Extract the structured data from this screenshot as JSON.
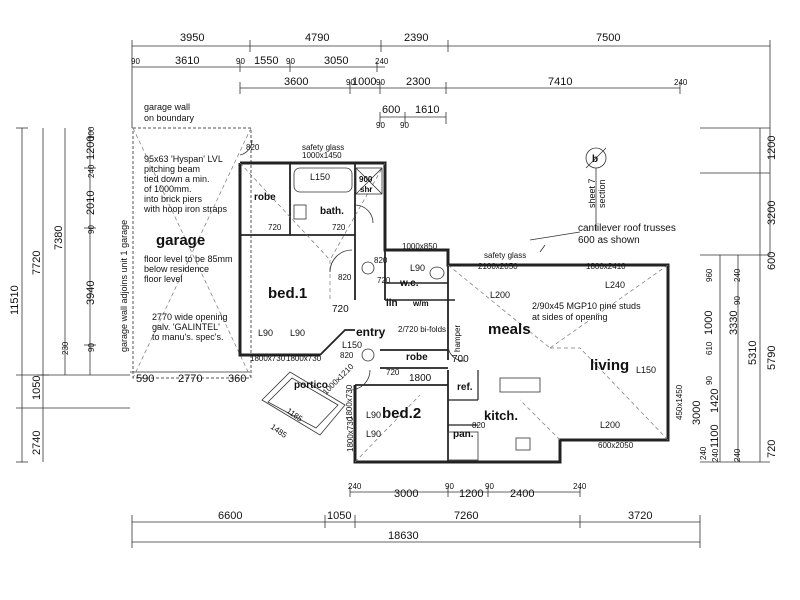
{
  "rooms": {
    "garage": "garage",
    "bed1": "bed.1",
    "bed2": "bed.2",
    "robe1": "robe",
    "robe2": "robe",
    "bath": "bath.",
    "shr": "900\nshr",
    "wc": "w.c.",
    "lin": "lin",
    "entry": "entry",
    "meals": "meals",
    "living": "living",
    "kitch": "kitch.",
    "portico": "portico",
    "ref": "ref.",
    "pan": "pan.",
    "wm": "w/m"
  },
  "notes": {
    "garage_wall": [
      "garage wall",
      "on boundary"
    ],
    "hyspan": [
      "95x63 'Hyspan' LVL",
      "pitching beam",
      "tied down a min.",
      "of 1000mm.",
      "into brick piers",
      "with hoop iron straps"
    ],
    "floor_level": [
      "floor level to be 85mm",
      "below residence",
      "floor level"
    ],
    "opening": [
      "2770 wide opening",
      "galv. 'GALINTEL'",
      "to manu's. spec's."
    ],
    "adjoins": "garage wall adjoins unit 1 garage",
    "safety_glass_1": [
      "safety glass",
      "1000x1450"
    ],
    "safety_glass_2": "safety glass",
    "cantilever": [
      "cantilever roof trusses",
      "600 as shown"
    ],
    "studs": [
      "2/90x45 MGP10 pine studs",
      "at sides of opening"
    ],
    "section": [
      "sheet 7",
      "section"
    ],
    "section_mark": "b",
    "bifolds": "2/720 bi-folds",
    "hamper": "hamper"
  },
  "lintels": [
    "L150",
    "L90",
    "L200",
    "L240",
    "L90",
    "L90",
    "L150",
    "L90",
    "L90",
    "L150",
    "L200"
  ],
  "window_codes": [
    "1000x850",
    "2100x2050",
    "1800x2410",
    "1800x730",
    "1800x730",
    "1800x730",
    "1000x1210",
    "450x1450",
    "600x2050",
    "1800x730"
  ],
  "door_sizes": [
    "820",
    "720",
    "720",
    "820",
    "820",
    "720",
    "720",
    "700",
    "820",
    "820",
    "720"
  ],
  "other_dims": [
    "1800",
    "1185",
    "1485"
  ],
  "dims_top": {
    "row1": [
      "3950",
      "4790",
      "2390",
      "7500"
    ],
    "row2": [
      "90",
      "3610",
      "90",
      "1550",
      "90",
      "3050",
      "240"
    ],
    "row3": [
      "3600",
      "90",
      "1000",
      "90",
      "2300",
      "7410",
      "240"
    ],
    "row4": [
      "600",
      "1610",
      "90",
      "90"
    ]
  },
  "dims_left": [
    "11510",
    "7720",
    "7380",
    "1200",
    "2010",
    "3940",
    "1050",
    "2740",
    "100",
    "240",
    "90",
    "230",
    "90"
  ],
  "dims_right": [
    "1200",
    "3200",
    "600",
    "5790",
    "720",
    "960",
    "3330",
    "5310",
    "1420",
    "3000",
    "1100",
    "240",
    "240",
    "610",
    "1000",
    "90",
    "90",
    "240",
    "240"
  ],
  "dims_bottom": {
    "row1": [
      "590",
      "2770",
      "360"
    ],
    "row2": [
      "240",
      "3000",
      "90",
      "1200",
      "90",
      "2400",
      "240"
    ],
    "row3": [
      "6600",
      "1050",
      "7260",
      "3720"
    ],
    "total": "18630"
  }
}
